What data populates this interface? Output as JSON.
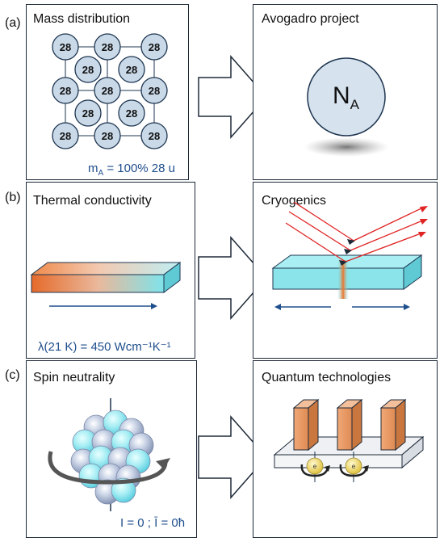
{
  "rows": [
    {
      "letter": "(a)",
      "left_title": "Mass distribution",
      "right_title": "Avogadro project",
      "atom_label": "28",
      "caption_main": "m",
      "caption_sub": "A",
      "caption_rest": " = 100%  28 u",
      "sphere_main": "N",
      "sphere_sub": "A"
    },
    {
      "letter": "(b)",
      "left_title": "Thermal conductivity",
      "right_title": "Cryogenics",
      "caption": "λ(21 K) = 450 Wcm⁻¹K⁻¹"
    },
    {
      "letter": "(c)",
      "left_title": "Spin neutrality",
      "right_title": "Quantum technologies",
      "caption": "I = 0 ; Ī = 0ħ",
      "electron_label": "e"
    }
  ],
  "colors": {
    "border": "#1e2a38",
    "caption_text": "#1f4e8c",
    "atom_fill": "#c9d9e8",
    "atom_stroke": "#1e3550",
    "bar_cyan": "#7fe3ea",
    "heat_orange": "#f08a4b",
    "laser_red": "#e02424",
    "electron_yellow": "#f2e48a"
  },
  "icons": [
    "flow-arrow-icon"
  ]
}
